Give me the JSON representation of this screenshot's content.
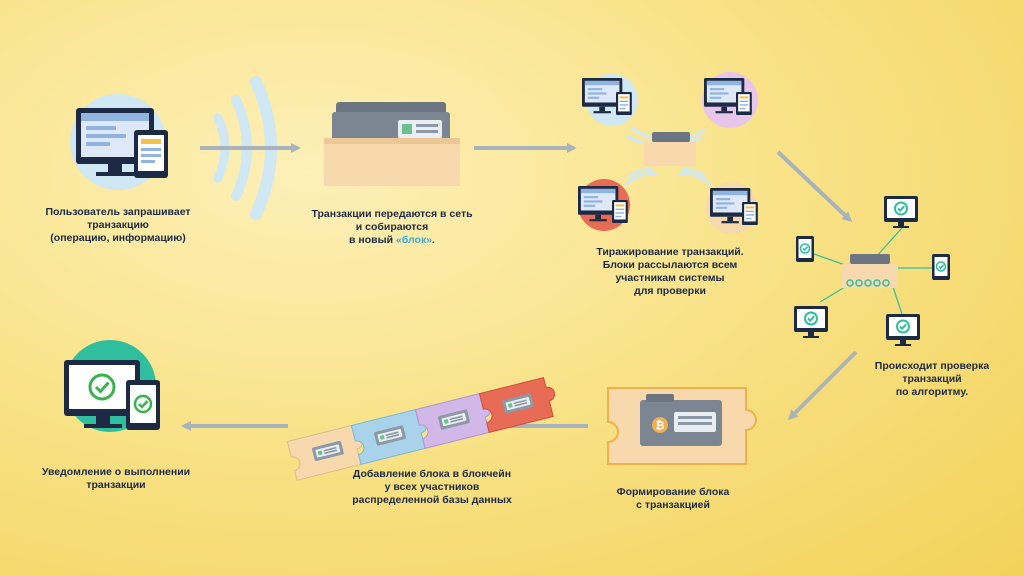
{
  "steps": {
    "request": {
      "lines": [
        "Пользователь запрашивает",
        "транзакцию",
        "(операцию, информацию)"
      ]
    },
    "block": {
      "line1": "Транзакции передаются в сеть",
      "line2": "и собираются",
      "line3_prefix": "в новый ",
      "line3_highlight": "«блок»",
      "line3_suffix": "."
    },
    "replicate": {
      "lines": [
        "Тиражирование транзакций.",
        "Блоки рассылаются всем",
        "участникам системы",
        "для проверки"
      ]
    },
    "verify": {
      "lines": [
        "Происходит проверка",
        "транзакций",
        "по алгоритму."
      ]
    },
    "form": {
      "lines": [
        "Формирование блока",
        "с транзакцией"
      ]
    },
    "chain": {
      "lines": [
        "Добавление блока в блокчейн",
        "у всех участников",
        "распределенной базы данных"
      ]
    },
    "notify": {
      "lines": [
        "Уведомление о выполнении",
        "транзакции"
      ]
    }
  },
  "colors": {
    "arrow": "#a9b3bb",
    "wifi": "#cfe8f3",
    "monitor": "#1d2a44",
    "screen": "#dfe8f7",
    "check": "#37b24d",
    "teal": "#2fbf9f",
    "chain": [
      "#f4d98a",
      "#a9d3ea",
      "#d2b7e9",
      "#e86b55"
    ]
  },
  "icons": [
    "monitor-icon",
    "tablet-icon",
    "wifi-icon",
    "box-icon",
    "check-icon",
    "bitcoin-icon",
    "puzzle-icon"
  ]
}
